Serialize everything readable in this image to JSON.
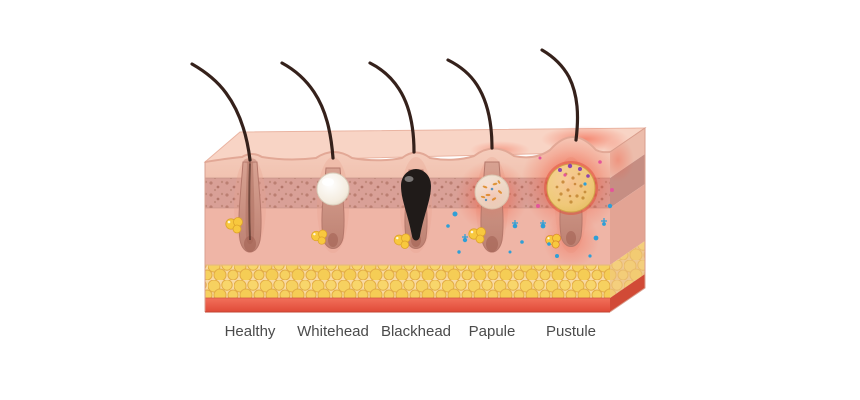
{
  "labels": [
    "Healthy",
    "Whitehead",
    "Blackhead",
    "Papule",
    "Pustule"
  ],
  "colors": {
    "background": "#ffffff",
    "epidermis": "#f6cdbc",
    "dermis_band": "#d9a097",
    "dermis": "#efb5a6",
    "fat_layer": "#f8d9a2",
    "fat_cell": "#f6d160",
    "base_layer": "#ec5b44",
    "hair": "#35211b",
    "follicle": "#cf988a",
    "sebaceous_gland": "#f8c83e",
    "whitehead": "#f6efe4",
    "blackhead": "#201b19",
    "papule": "#efe7d8",
    "pustule": "#efd37e",
    "inflammation": "#f25034",
    "bacteria_blue": "#2f9fd6",
    "bacteria_pink": "#e4559a",
    "bacteria_purple": "#8e44ad",
    "label_text": "#4b4b4b"
  }
}
